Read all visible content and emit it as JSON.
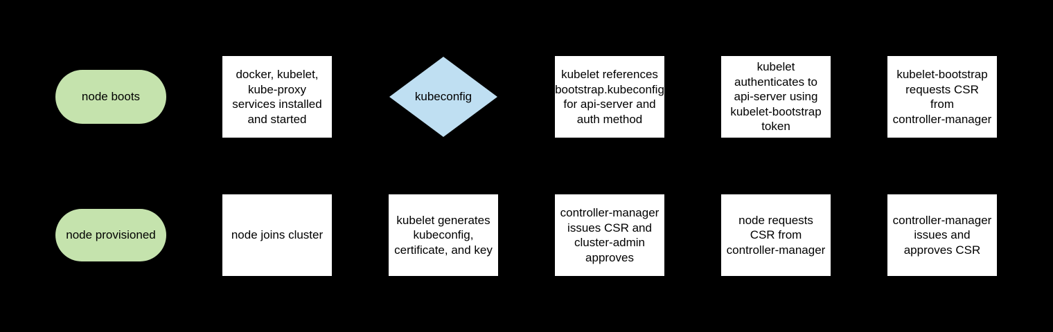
{
  "diagram": {
    "description": "Kubernetes node bootstrap flowchart",
    "background_color": "#000000",
    "colors": {
      "terminator_fill": "#c5e3ad",
      "decision_fill": "#bfdff2",
      "process_fill": "#ffffff",
      "text": "#000000"
    },
    "nodes": [
      {
        "id": "node-boots",
        "type": "terminator",
        "label": "node boots"
      },
      {
        "id": "services-installed",
        "type": "process",
        "label": "docker, kubelet,\nkube-proxy\nservices installed\nand started"
      },
      {
        "id": "kubeconfig-decision",
        "type": "decision",
        "label": "kubeconfig"
      },
      {
        "id": "kubelet-references",
        "type": "process",
        "label": "kubelet references\nbootstrap.kubeconfig\nfor api-server and\nauth method"
      },
      {
        "id": "kubelet-authenticates",
        "type": "process",
        "label": "kubelet\nauthenticates to\napi-server using\nkubelet-bootstrap\ntoken"
      },
      {
        "id": "bootstrap-requests-csr",
        "type": "process",
        "label": "kubelet-bootstrap\nrequests CSR\nfrom\ncontroller-manager"
      },
      {
        "id": "node-provisioned",
        "type": "terminator",
        "label": "node provisioned"
      },
      {
        "id": "node-joins-cluster",
        "type": "process",
        "label": "node joins cluster"
      },
      {
        "id": "kubelet-generates",
        "type": "process",
        "label": "kubelet generates\nkubeconfig,\ncertificate, and key"
      },
      {
        "id": "cm-issues-admin-approves",
        "type": "process",
        "label": "controller-manager\nissues CSR and\ncluster-admin\napproves"
      },
      {
        "id": "node-requests-csr",
        "type": "process",
        "label": "node requests\nCSR from\ncontroller-manager"
      },
      {
        "id": "cm-issues-approves",
        "type": "process",
        "label": "controller-manager\nissues and\napproves CSR"
      }
    ]
  }
}
